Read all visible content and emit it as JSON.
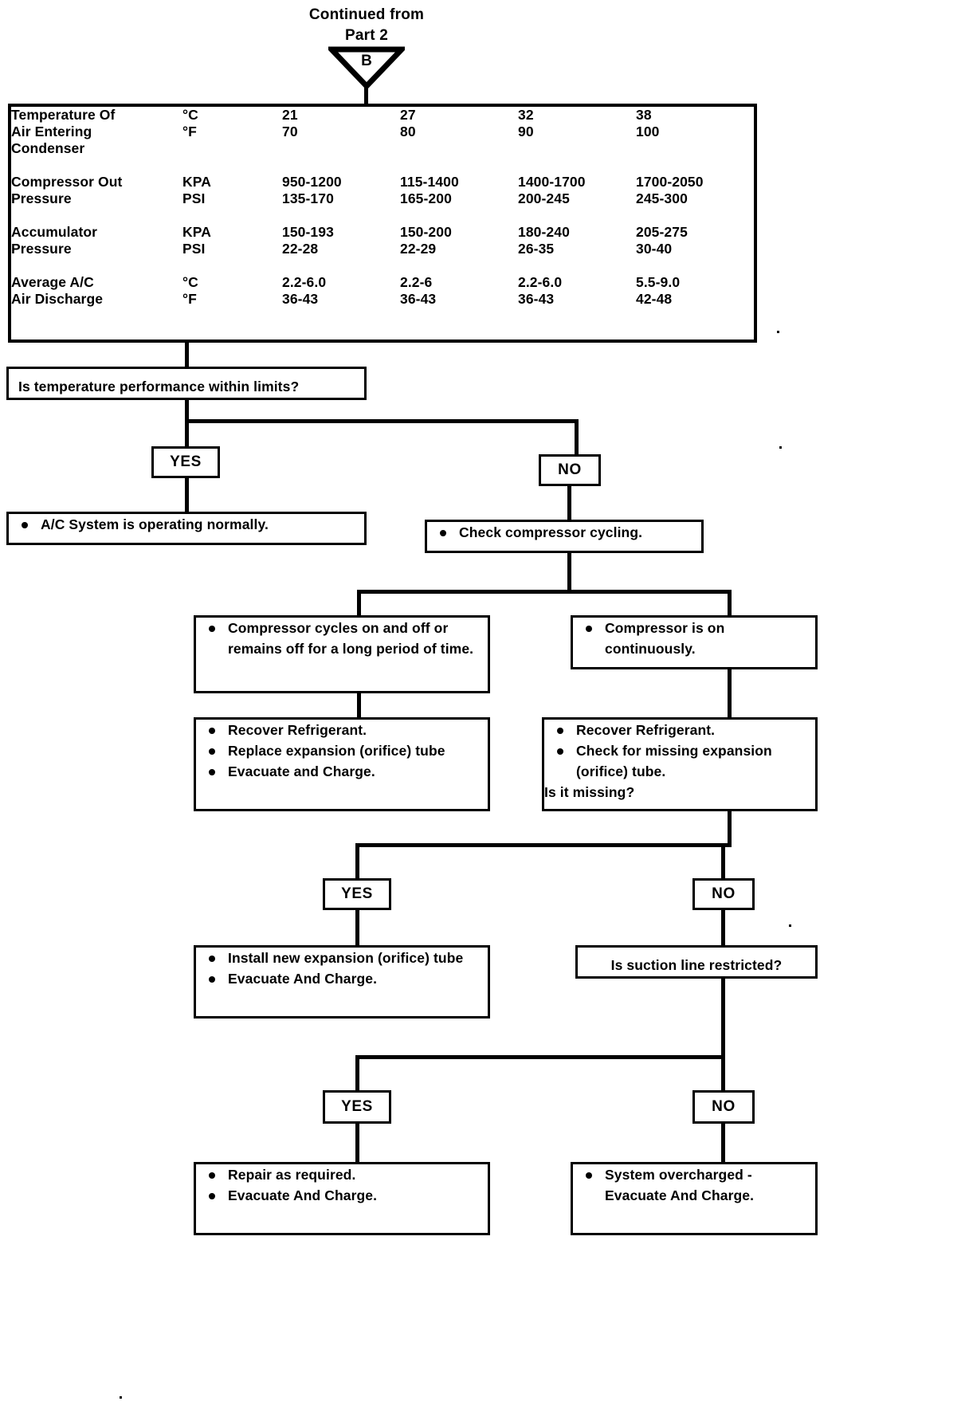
{
  "header": {
    "continued_line1": "Continued from",
    "continued_line2": "Part 2",
    "connector_label": "B"
  },
  "perf_table": {
    "rows": [
      {
        "label_lines": [
          "Temperature Of",
          "Air Entering",
          "Condenser"
        ],
        "units": [
          "°C",
          "°F"
        ],
        "values": [
          [
            "21",
            "27",
            "32",
            "38"
          ],
          [
            "70",
            "80",
            "90",
            "100"
          ]
        ]
      },
      {
        "label_lines": [
          "Compressor Out",
          "Pressure"
        ],
        "units": [
          "KPA",
          "PSI"
        ],
        "values": [
          [
            "950-1200",
            "115-1400",
            "1400-1700",
            "1700-2050"
          ],
          [
            "135-170",
            "165-200",
            "200-245",
            "245-300"
          ]
        ]
      },
      {
        "label_lines": [
          "Accumulator",
          "Pressure"
        ],
        "units": [
          "KPA",
          "PSI"
        ],
        "values": [
          [
            "150-193",
            "150-200",
            "180-240",
            "205-275"
          ],
          [
            "22-28",
            "22-29",
            "26-35",
            "30-40"
          ]
        ]
      },
      {
        "label_lines": [
          "Average A/C",
          "Air Discharge"
        ],
        "units": [
          "°C",
          "°F"
        ],
        "values": [
          [
            "2.2-6.0",
            "2.2-6",
            "2.2-6.0",
            "5.5-9.0"
          ],
          [
            "36-43",
            "36-43",
            "36-43",
            "42-48"
          ]
        ]
      }
    ]
  },
  "flow": {
    "q1": "Is temperature performance within limits?",
    "q1_yes": "YES",
    "q1_no": "NO",
    "normal_box": [
      "A/C System is operating normally."
    ],
    "check_cycling_box": [
      "Check compressor cycling."
    ],
    "cycles_box": [
      "Compressor cycles on and off or remains off for a long period of time."
    ],
    "continuous_box": [
      "Compressor is on continuously."
    ],
    "left_action_box": [
      "Recover Refrigerant.",
      "Replace expansion (orifice) tube",
      "Evacuate and Charge."
    ],
    "right_action_box": [
      "Recover Refrigerant.",
      "Check for missing expansion (orifice) tube."
    ],
    "right_action_question": "Is it missing?",
    "q2_yes": "YES",
    "q2_no": "NO",
    "install_box": [
      "Install new expansion (orifice) tube",
      "Evacuate And Charge."
    ],
    "suction_question": "Is suction line restricted?",
    "q3_yes": "YES",
    "q3_no": "NO",
    "repair_box": [
      "Repair as required.",
      "Evacuate And Charge."
    ],
    "overcharged_box": [
      "System overcharged - Evacuate And Charge."
    ]
  }
}
